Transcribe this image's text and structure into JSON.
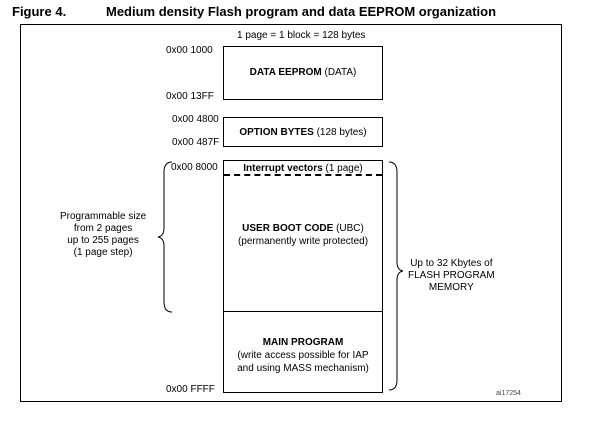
{
  "figure": {
    "number": "Figure 4.",
    "title": "Medium density Flash program and data EEPROM organization"
  },
  "caption": "1 page = 1 block = 128 bytes",
  "eeprom": {
    "addr_start": "0x00 1000",
    "addr_end": "0x00 13FF",
    "title": "DATA EEPROM",
    "subtitle": "(DATA)"
  },
  "option_bytes": {
    "addr_start": "0x00 4800",
    "addr_end": "0x00 487F",
    "title": "OPTION BYTES",
    "subtitle": "(128 bytes)"
  },
  "flash": {
    "addr_start": "0x00 8000",
    "addr_end": "0x00 FFFF",
    "interrupt_vectors": {
      "title": "Interrupt vectors",
      "subtitle": "(1 page)"
    },
    "ubc": {
      "title": "USER BOOT CODE",
      "suffix": "(UBC)",
      "line2": "(permanently write protected)"
    },
    "main": {
      "title": "MAIN PROGRAM",
      "line2": "(write access possible for IAP",
      "line3": "and using MASS mechanism)"
    }
  },
  "left_note": {
    "line1": "Programmable size",
    "line2": "from 2 pages",
    "line3": "up to 255 pages",
    "line4": "(1 page step)"
  },
  "right_note": {
    "line1": "Up to 32 Kbytes of",
    "line2": "FLASH PROGRAM",
    "line3": "MEMORY"
  },
  "figure_id": "ai17254"
}
